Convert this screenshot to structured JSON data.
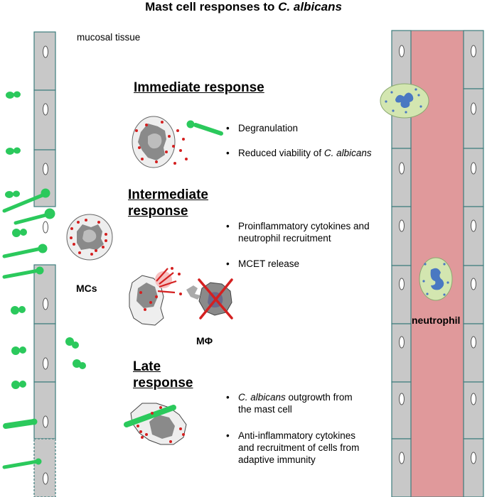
{
  "title": {
    "prefix": "Mast cell responses to ",
    "italic": "C. albicans"
  },
  "labels": {
    "tissue": "mucosal tissue",
    "mast_cells": "MCs",
    "macrophage": "MΦ",
    "neutrophil": "neutrophil"
  },
  "immediate": {
    "heading": "Immediate response",
    "bullet1": "Degranulation",
    "bullet2_prefix": "Reduced viability of ",
    "bullet2_italic": "C. albicans"
  },
  "intermediate": {
    "heading_line1": "Intermediate",
    "heading_line2": "response",
    "bullet1_line1": "Proinflammatory cytokines and",
    "bullet1_line2": "neutrophil recruitment",
    "bullet2": "MCET release"
  },
  "late": {
    "heading_line1": "Late",
    "heading_line2": "response",
    "bullet1_italic": "C. albicans",
    "bullet1_rest": " outgrowth from",
    "bullet1_line2": "the mast cell",
    "bullet2_line1": "Anti-inflammatory cytokines",
    "bullet2_line2": "and recruitment of cells from",
    "bullet2_line3": "adaptive immunity"
  },
  "colors": {
    "epithelium": "#c8c8c8",
    "epithelium_border": "#3d7d7d",
    "vessel": "#e0999b",
    "yeast": "#2bc95c",
    "granule": "#d42020",
    "neutrophil_body": "#d3e6b0",
    "neutrophil_nucleus": "#4a78c2",
    "cross": "#d42020"
  }
}
